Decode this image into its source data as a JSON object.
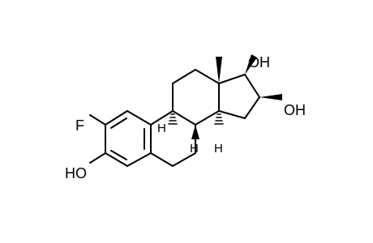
{
  "molecule": {
    "labels": {
      "fluorine": "F",
      "hydroxyl_c3": "HO",
      "hydroxyl_c17": "OH",
      "hydroxyl_c16": "OH",
      "h_c9": "H",
      "h_c8": "H",
      "h_c14": "H"
    },
    "colors": {
      "bond": "#000000",
      "background": "#ffffff"
    }
  }
}
